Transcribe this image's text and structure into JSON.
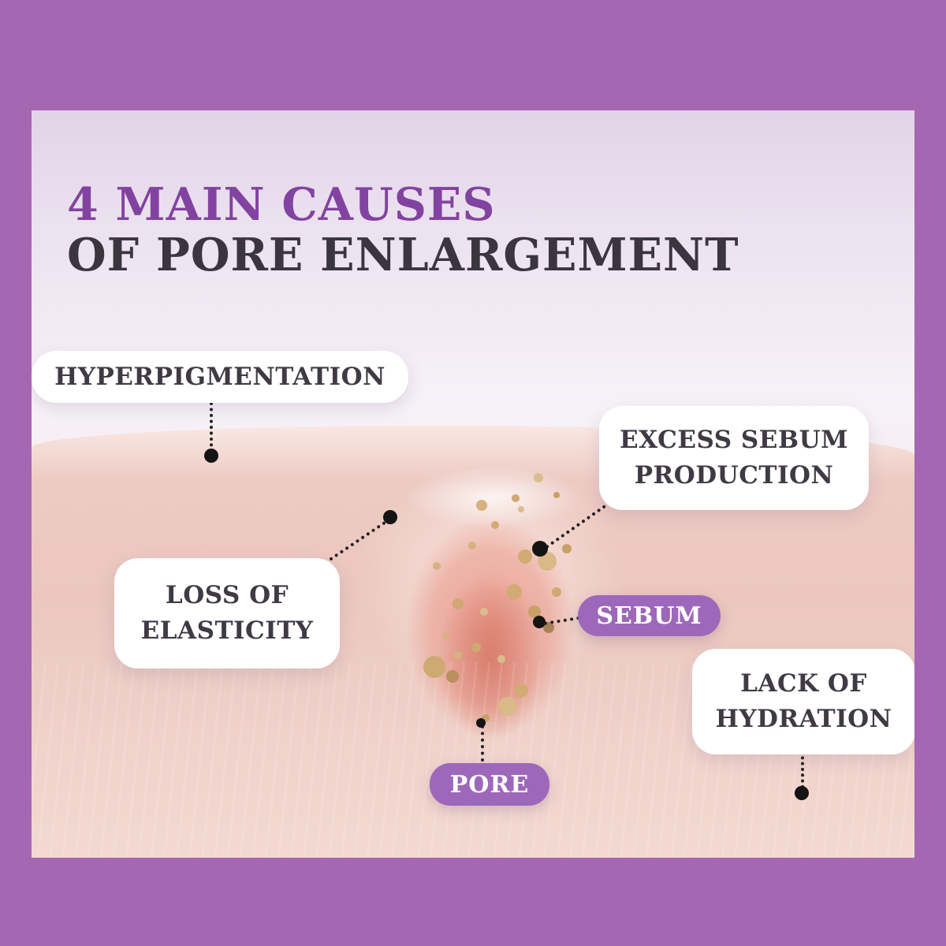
{
  "title": {
    "line1": "4 MAIN CAUSES",
    "line2": "OF PORE ENLARGEMENT"
  },
  "callouts": {
    "hyperpigmentation": {
      "label": "HYPERPIGMENTATION"
    },
    "excess_sebum": {
      "line1": "EXCESS SEBUM",
      "line2": "PRODUCTION"
    },
    "loss_of_elasticity": {
      "line1": "LOSS OF",
      "line2": "ELASTICITY"
    },
    "sebum": {
      "label": "SEBUM"
    },
    "lack_of_hydration": {
      "line1": "LACK OF",
      "line2": "HYDRATION"
    },
    "pore": {
      "label": "PORE"
    }
  },
  "colors": {
    "frame_purple": "#a667b2",
    "accent_pill_purple": "#9d68ba",
    "title_accent": "#8243a0",
    "title_dark": "#3a353f",
    "label_text": "#3f3a44",
    "skin_base": "#ebc7bf",
    "pore_red": "#e49183",
    "sebum_tan": "#d2ab74",
    "connector_black": "#1f1f1f"
  }
}
